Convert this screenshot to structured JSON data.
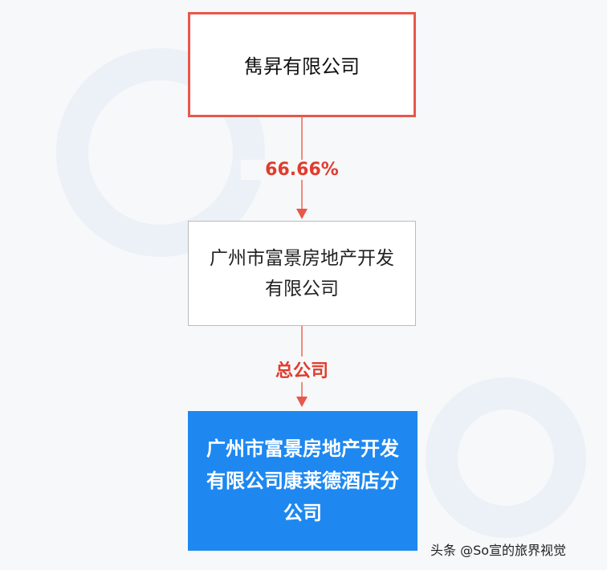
{
  "nodes": {
    "parent": "雋昇有限公司",
    "middle": "广州市富景房地产开发有限公司",
    "branch": "广州市富景房地产开发有限公司康莱德酒店分公司"
  },
  "edges": {
    "share": "66.66%",
    "relation": "总公司"
  },
  "colors": {
    "parent_border": "#e8574a",
    "branch_fill": "#1e88f0",
    "edge_label": "#e03c2c"
  },
  "credit": "头条 @So宣的旅界视觉"
}
